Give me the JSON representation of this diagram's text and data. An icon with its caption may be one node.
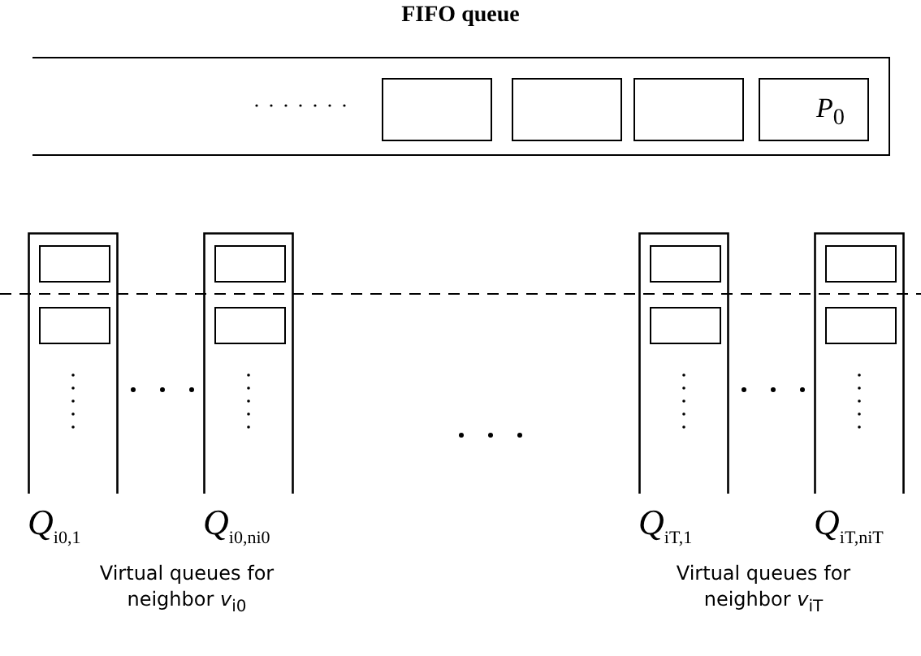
{
  "diagram": {
    "title": "FIFO queue",
    "nodes": [
      {
        "text": [],
        "shape": "box"
      },
      {
        "text": [],
        "shape": "box",
        "in": 0
      },
      {
        "text": [],
        "shape": "box",
        "in": 0
      },
      {
        "text": [],
        "shape": "box",
        "in": 0
      },
      {
        "text": [
          "*P*$_{0}$"
        ],
        "in": 0
      },
      {
        "text": [
          "*Q*$_{i0,1}$"
        ]
      },
      {
        "text": [],
        "shape": "box",
        "in": 5
      },
      {
        "text": [],
        "shape": "box",
        "in": 5
      },
      {
        "text": [
          "*Q*$_{i0,ni0}$"
        ]
      },
      {
        "text": [],
        "shape": "box",
        "in": 8
      },
      {
        "text": [],
        "shape": "box",
        "in": 8
      },
      {
        "text": [
          "*Q*$_{iT,1}$"
        ]
      },
      {
        "text": [],
        "shape": "box",
        "in": 11
      },
      {
        "text": [],
        "shape": "box",
        "in": 11
      },
      {
        "text": [
          "*Q*$_{iT,niT}$"
        ]
      },
      {
        "text": [],
        "shape": "box",
        "in": 14
      },
      {
        "text": [],
        "shape": "box",
        "in": 14
      }
    ],
    "labels": [
      "Virtual queues for neighbor *v*$_{i0}$",
      "Virtual queues for neighbor *v*$_{iT}$"
    ]
  }
}
